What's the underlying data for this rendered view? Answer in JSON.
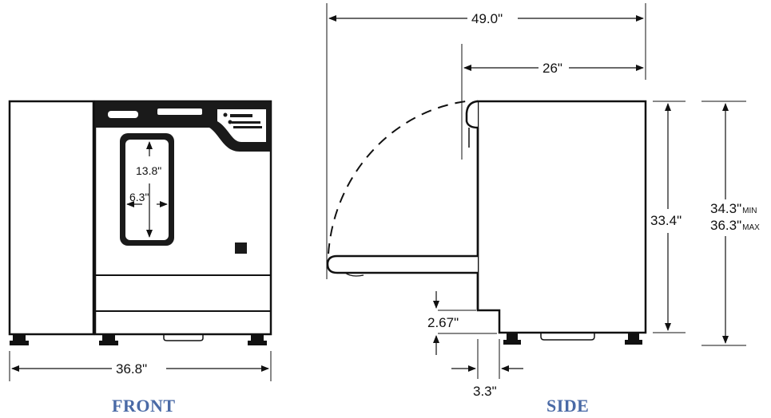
{
  "front": {
    "width_label": "36.8\"",
    "window_height_label": "13.8\"",
    "window_width_label": "6.3\"",
    "view_label": "FRONT"
  },
  "side": {
    "overall_depth_label": "49.0\"",
    "body_depth_label": "26\"",
    "body_height_label": "33.4\"",
    "overall_height_min_value": "34.3\"",
    "overall_height_min_unit": "MIN",
    "overall_height_max_value": "36.3\"",
    "overall_height_max_unit": "MAX",
    "step_height_label": "2.67\"",
    "step_depth_label": "3.3\"",
    "view_label": "SIDE"
  },
  "colors": {
    "label_blue": "#4a6aa6",
    "line": "#111111",
    "panel_dark": "#1a1a1a"
  }
}
